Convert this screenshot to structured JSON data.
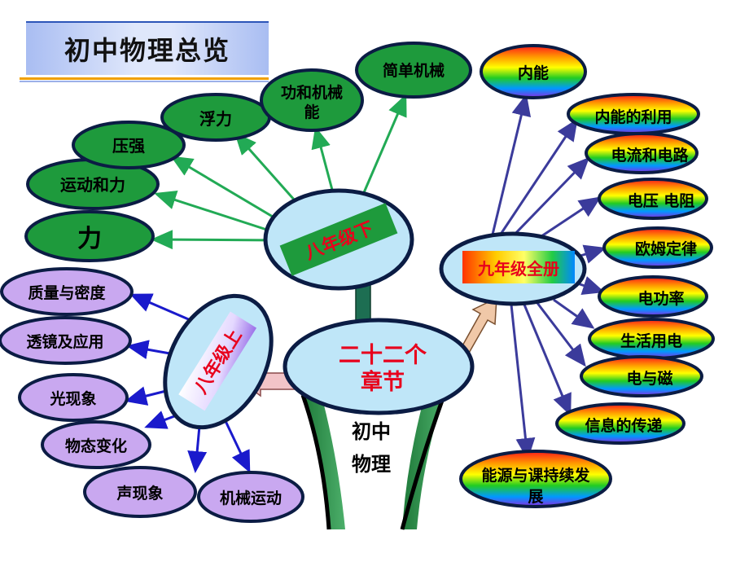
{
  "title": "初中物理总览",
  "center": {
    "line1": "二十二个",
    "line2": "章节"
  },
  "stem_label": {
    "line1": "初中",
    "line2": "物理"
  },
  "grade8_lower": {
    "label": "八年级下",
    "topics": [
      "力",
      "运动和力",
      "压强",
      "浮力",
      "功和机械能",
      "简单机械"
    ]
  },
  "grade8_upper": {
    "label": "八年级上",
    "topics": [
      "质量与密度",
      "透镜及应用",
      "光现象",
      "物态变化",
      "声现象",
      "机械运动"
    ]
  },
  "grade9": {
    "label": "九年级全册",
    "topics": [
      "内能",
      "内能的利用",
      "电流和电路",
      "电压 电阻",
      "欧姆定律",
      "电功率",
      "生活用电",
      "电与磁",
      "信息的传递",
      "能源与课持续发展"
    ]
  },
  "colors": {
    "green_node": "#1e9a3c",
    "purple_node": "#c9a8f0",
    "light_blue": "#bfe6f8",
    "dark_navy": "#0b1c44",
    "arrow_green": "#22aa55",
    "arrow_blue": "#1a1acc",
    "arrow_purple": "#3b3b9b",
    "red_text": "#e8001c"
  }
}
